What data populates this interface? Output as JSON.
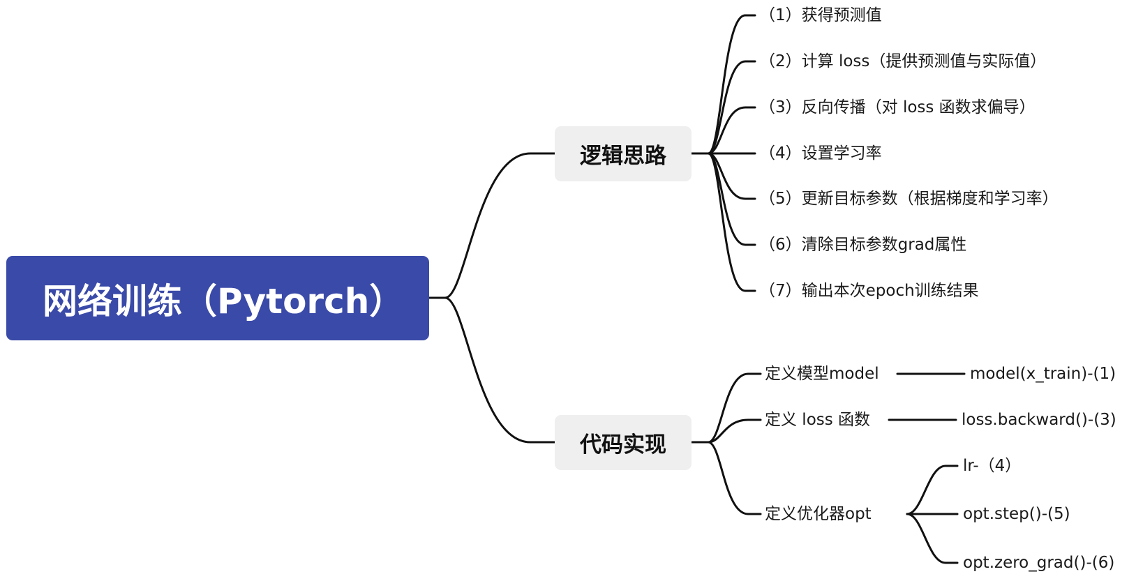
{
  "root": {
    "label": "网络训练（Pytorch）"
  },
  "branches": [
    {
      "label": "逻辑思路",
      "items": [
        "（1）获得预测值",
        "（2）计算 loss（提供预测值与实际值）",
        "（3）反向传播（对 loss 函数求偏导）",
        "（4）设置学习率",
        "（5）更新目标参数（根据梯度和学习率）",
        "（6）清除目标参数grad属性",
        "（7）输出本次epoch训练结果"
      ]
    },
    {
      "label": "代码实现",
      "items": [
        {
          "label": "定义模型model",
          "children": [
            "model(x_train)-(1)"
          ]
        },
        {
          "label": "定义 loss 函数",
          "children": [
            "loss.backward()-(3)"
          ]
        },
        {
          "label": "定义优化器opt",
          "children": [
            "lr-（4）",
            "opt.step()-(5)",
            "opt.zero_grad()-(6)"
          ]
        }
      ]
    }
  ],
  "colors": {
    "root_bg": "#3a4aa8",
    "branch_bg": "#efefef",
    "line": "#111111"
  }
}
